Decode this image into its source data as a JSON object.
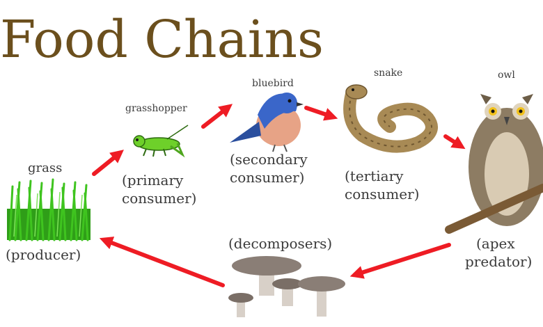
{
  "title": "Food Chains",
  "colors": {
    "title": "#6b4f1d",
    "arrow": "#ee1c24",
    "grass": "#3fc41f",
    "grasshopper": "#6ed02a",
    "bluebird_blue": "#3a66c9",
    "bluebird_breast": "#e7a386",
    "snake": "#a88a55",
    "owl": "#8d7c63",
    "mushroom": "#8a7e76"
  },
  "nodes": [
    {
      "id": "grass",
      "name": "grass",
      "role_lines": [
        "(producer)"
      ],
      "icon": "grass-icon"
    },
    {
      "id": "grasshopper",
      "name": "grasshopper",
      "role_lines": [
        "(primary",
        "consumer)"
      ],
      "icon": "grasshopper-icon"
    },
    {
      "id": "bluebird",
      "name": "bluebird",
      "role_lines": [
        "(secondary",
        "consumer)"
      ],
      "icon": "bluebird-icon"
    },
    {
      "id": "snake",
      "name": "snake",
      "role_lines": [
        "(tertiary",
        "consumer)"
      ],
      "icon": "snake-icon"
    },
    {
      "id": "owl",
      "name": "owl",
      "role_lines": [
        "(apex",
        "predator)"
      ],
      "icon": "owl-icon"
    },
    {
      "id": "decomposers",
      "name": "",
      "role_lines": [
        "(decomposers)"
      ],
      "icon": "mushrooms-icon"
    }
  ]
}
